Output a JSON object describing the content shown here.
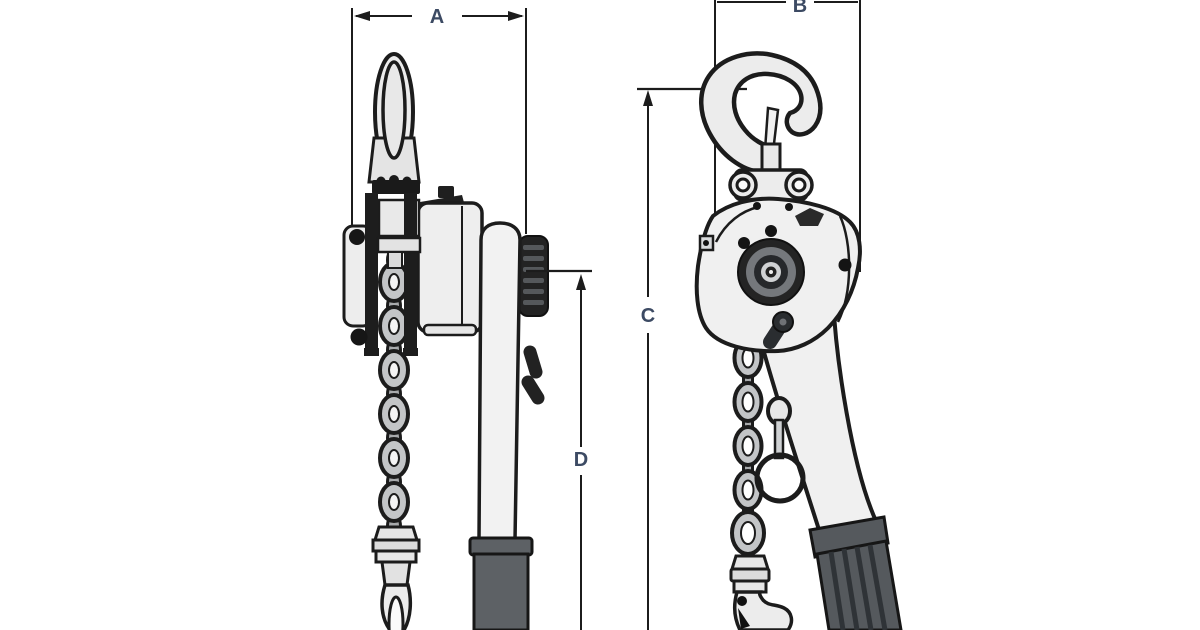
{
  "diagram": {
    "title": "lever-chain-hoist-dimension-drawing",
    "background": "#ffffff",
    "dimension_labels": {
      "a": "A",
      "b": "B",
      "c": "C",
      "d": "D"
    },
    "colors": {
      "label_text": "#3c4a63",
      "line_work": "#1c1c1c",
      "metal_light": "#ececec",
      "chain_gray": "#c3c5c7",
      "grip_dark": "#5d6165",
      "detail_black": "#1e1e1e"
    }
  }
}
